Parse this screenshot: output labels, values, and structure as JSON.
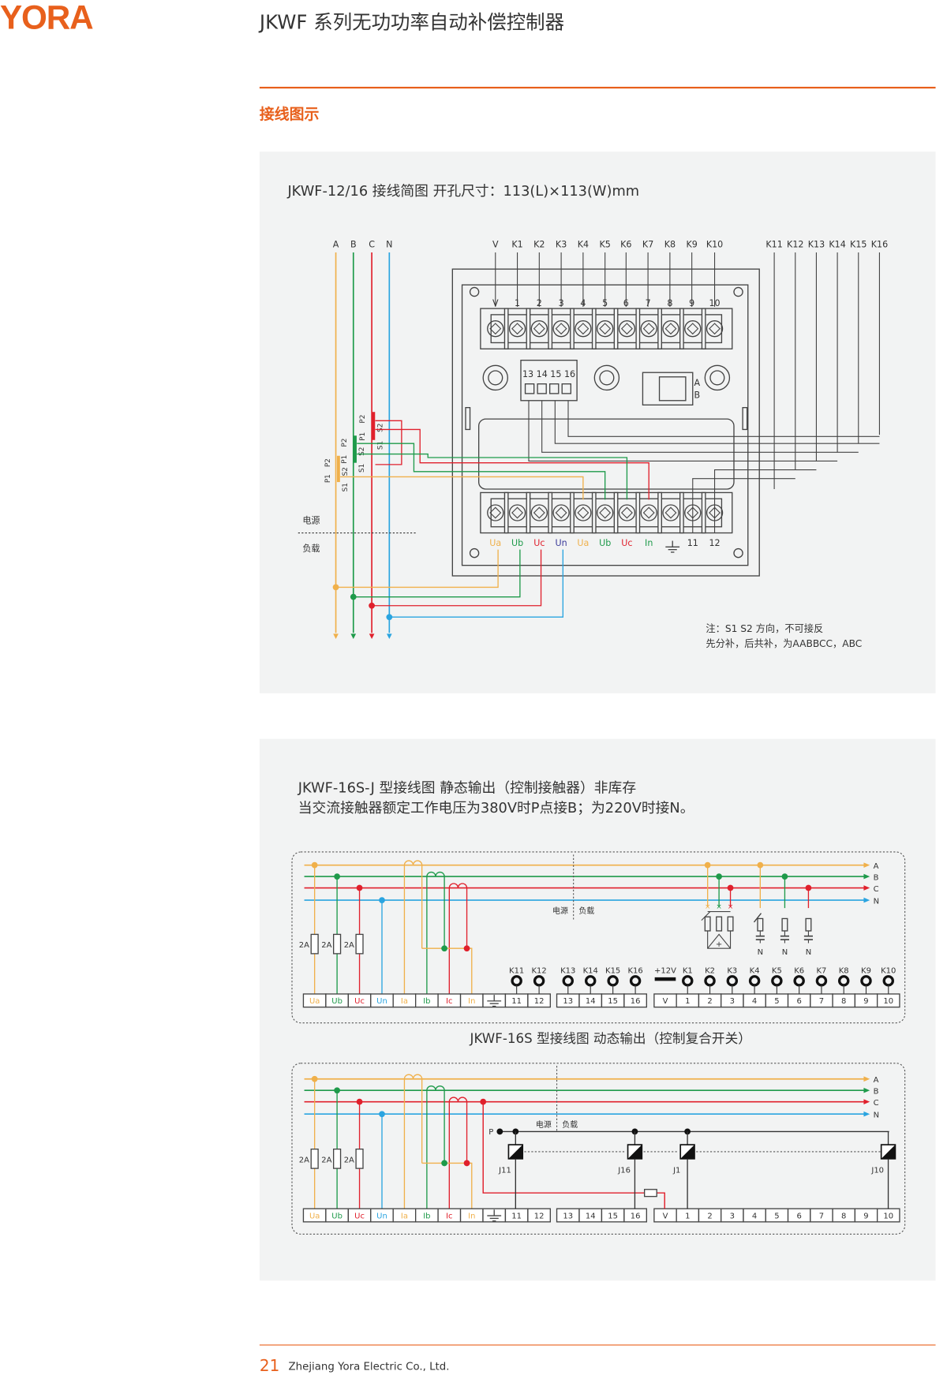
{
  "logo": "YORA",
  "header": {
    "title": "JKWF 系列无功功率自动补偿控制器"
  },
  "section": {
    "title": "接线图示"
  },
  "colors": {
    "accent": "#e8601c",
    "phase_a": "#f0b04a",
    "phase_b": "#1e9a4a",
    "phase_c": "#e0202c",
    "neutral": "#2aa4e0",
    "un": "#3a3a9a",
    "line": "#444444"
  },
  "diagram1": {
    "title": "JKWF-12/16 接线简图 开孔尺寸：113(L)×113(W)mm",
    "phases": [
      "A",
      "B",
      "C",
      "N"
    ],
    "top_wires": [
      "V",
      "K1",
      "K2",
      "K3",
      "K4",
      "K5",
      "K6",
      "K7",
      "K8",
      "K9",
      "K10"
    ],
    "right_wires": [
      "K11",
      "K12",
      "K13",
      "K14",
      "K15",
      "K16"
    ],
    "top_terminals": [
      "V",
      "1",
      "2",
      "3",
      "4",
      "5",
      "6",
      "7",
      "8",
      "9",
      "10"
    ],
    "aux_terminals": "13 14 15 16",
    "switch_labels": [
      "A",
      "B"
    ],
    "bottom_terminals": [
      "Ua",
      "Ub",
      "Uc",
      "Un",
      "Ua",
      "Ub",
      "Uc",
      "In",
      "",
      "11",
      "12"
    ],
    "ct_labels": {
      "p1": "P1",
      "p2": "P2",
      "s1": "S1",
      "s2": "S2"
    },
    "source_label": "电源",
    "load_label": "负载",
    "note": [
      "注：S1 S2 方向，不可接反",
      "先分补，后共补，为AABBCC，ABC"
    ]
  },
  "diagram2": {
    "title": "JKWF-16S-J 型接线图  静态输出（控制接触器）非库存",
    "subtitle": "当交流接触器额定工作电压为380V时P点接B；为220V时接N。",
    "phases": [
      "A",
      "B",
      "C",
      "N"
    ],
    "source_label": "电源",
    "load_label": "负载",
    "fuse_label": "2A",
    "terminals_g1": [
      "Ua",
      "Ub",
      "Uc",
      "Un",
      "Ia",
      "Ib",
      "Ic",
      "In",
      "",
      "11",
      "12"
    ],
    "terminals_g2": [
      "13",
      "14",
      "15",
      "16"
    ],
    "terminals_g3": [
      "V",
      "1",
      "2",
      "3",
      "4",
      "5",
      "6",
      "7",
      "8",
      "9",
      "10"
    ],
    "outputs": [
      "K11",
      "K12",
      "K13",
      "K14",
      "K15",
      "K16",
      "+12V",
      "K1",
      "K2",
      "K3",
      "K4",
      "K5",
      "K6",
      "K7",
      "K8",
      "K9",
      "K10"
    ],
    "n_label": "N"
  },
  "diagram3": {
    "title": "JKWF-16S 型接线图  动态输出（控制复合开关）",
    "phases": [
      "A",
      "B",
      "C",
      "N"
    ],
    "source_label": "电源",
    "load_label": "负载",
    "p_label": "P",
    "relays": [
      "J11",
      "J16",
      "J1",
      "J10"
    ]
  },
  "footer": {
    "page": "21",
    "company": "Zhejiang Yora Electric Co., Ltd."
  }
}
